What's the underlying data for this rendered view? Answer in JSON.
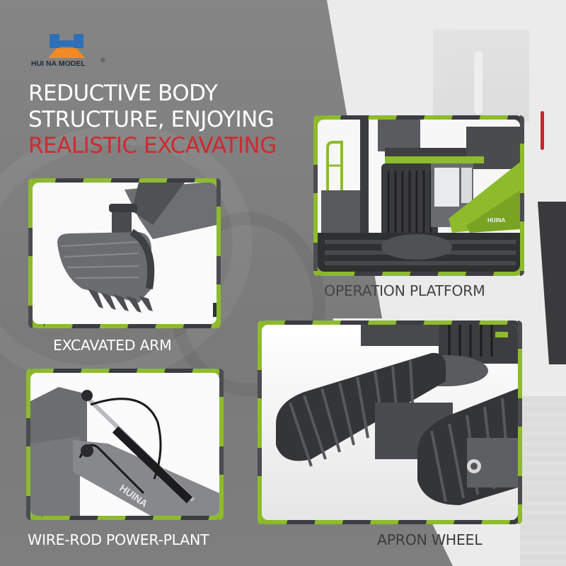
{
  "brand": {
    "name": "HUI NA MODEL",
    "registered_mark": "®",
    "logo_colors": {
      "blue": "#2f6fb8",
      "orange": "#f08a24"
    }
  },
  "headline": {
    "line1": "REDUCTIVE BODY",
    "line2": "STRUCTURE, ENJOYING",
    "line3": "REALISTIC EXCAVATING"
  },
  "colors": {
    "accent_green": "#8dbb2c",
    "frame_dark": "#3b3d40",
    "headline_red": "#cf2a2f",
    "background_gray": "#7c7c7c",
    "background_light": "#ebebeb"
  },
  "panels": [
    {
      "id": "excavated-arm",
      "caption": "EXCAVATED ARM",
      "image": "excavator-bucket"
    },
    {
      "id": "operation-platform",
      "caption": "OPERATION PLATFORM",
      "image": "excavator-cab",
      "badge_text": "HUINA"
    },
    {
      "id": "wire-rod-power-plant",
      "caption": "WIRE-ROD POWER-PLANT",
      "image": "hydraulic-arm",
      "badge_text": "HUINA"
    },
    {
      "id": "apron-wheel",
      "caption": "APRON WHEEL",
      "image": "crawler-tracks"
    }
  ]
}
